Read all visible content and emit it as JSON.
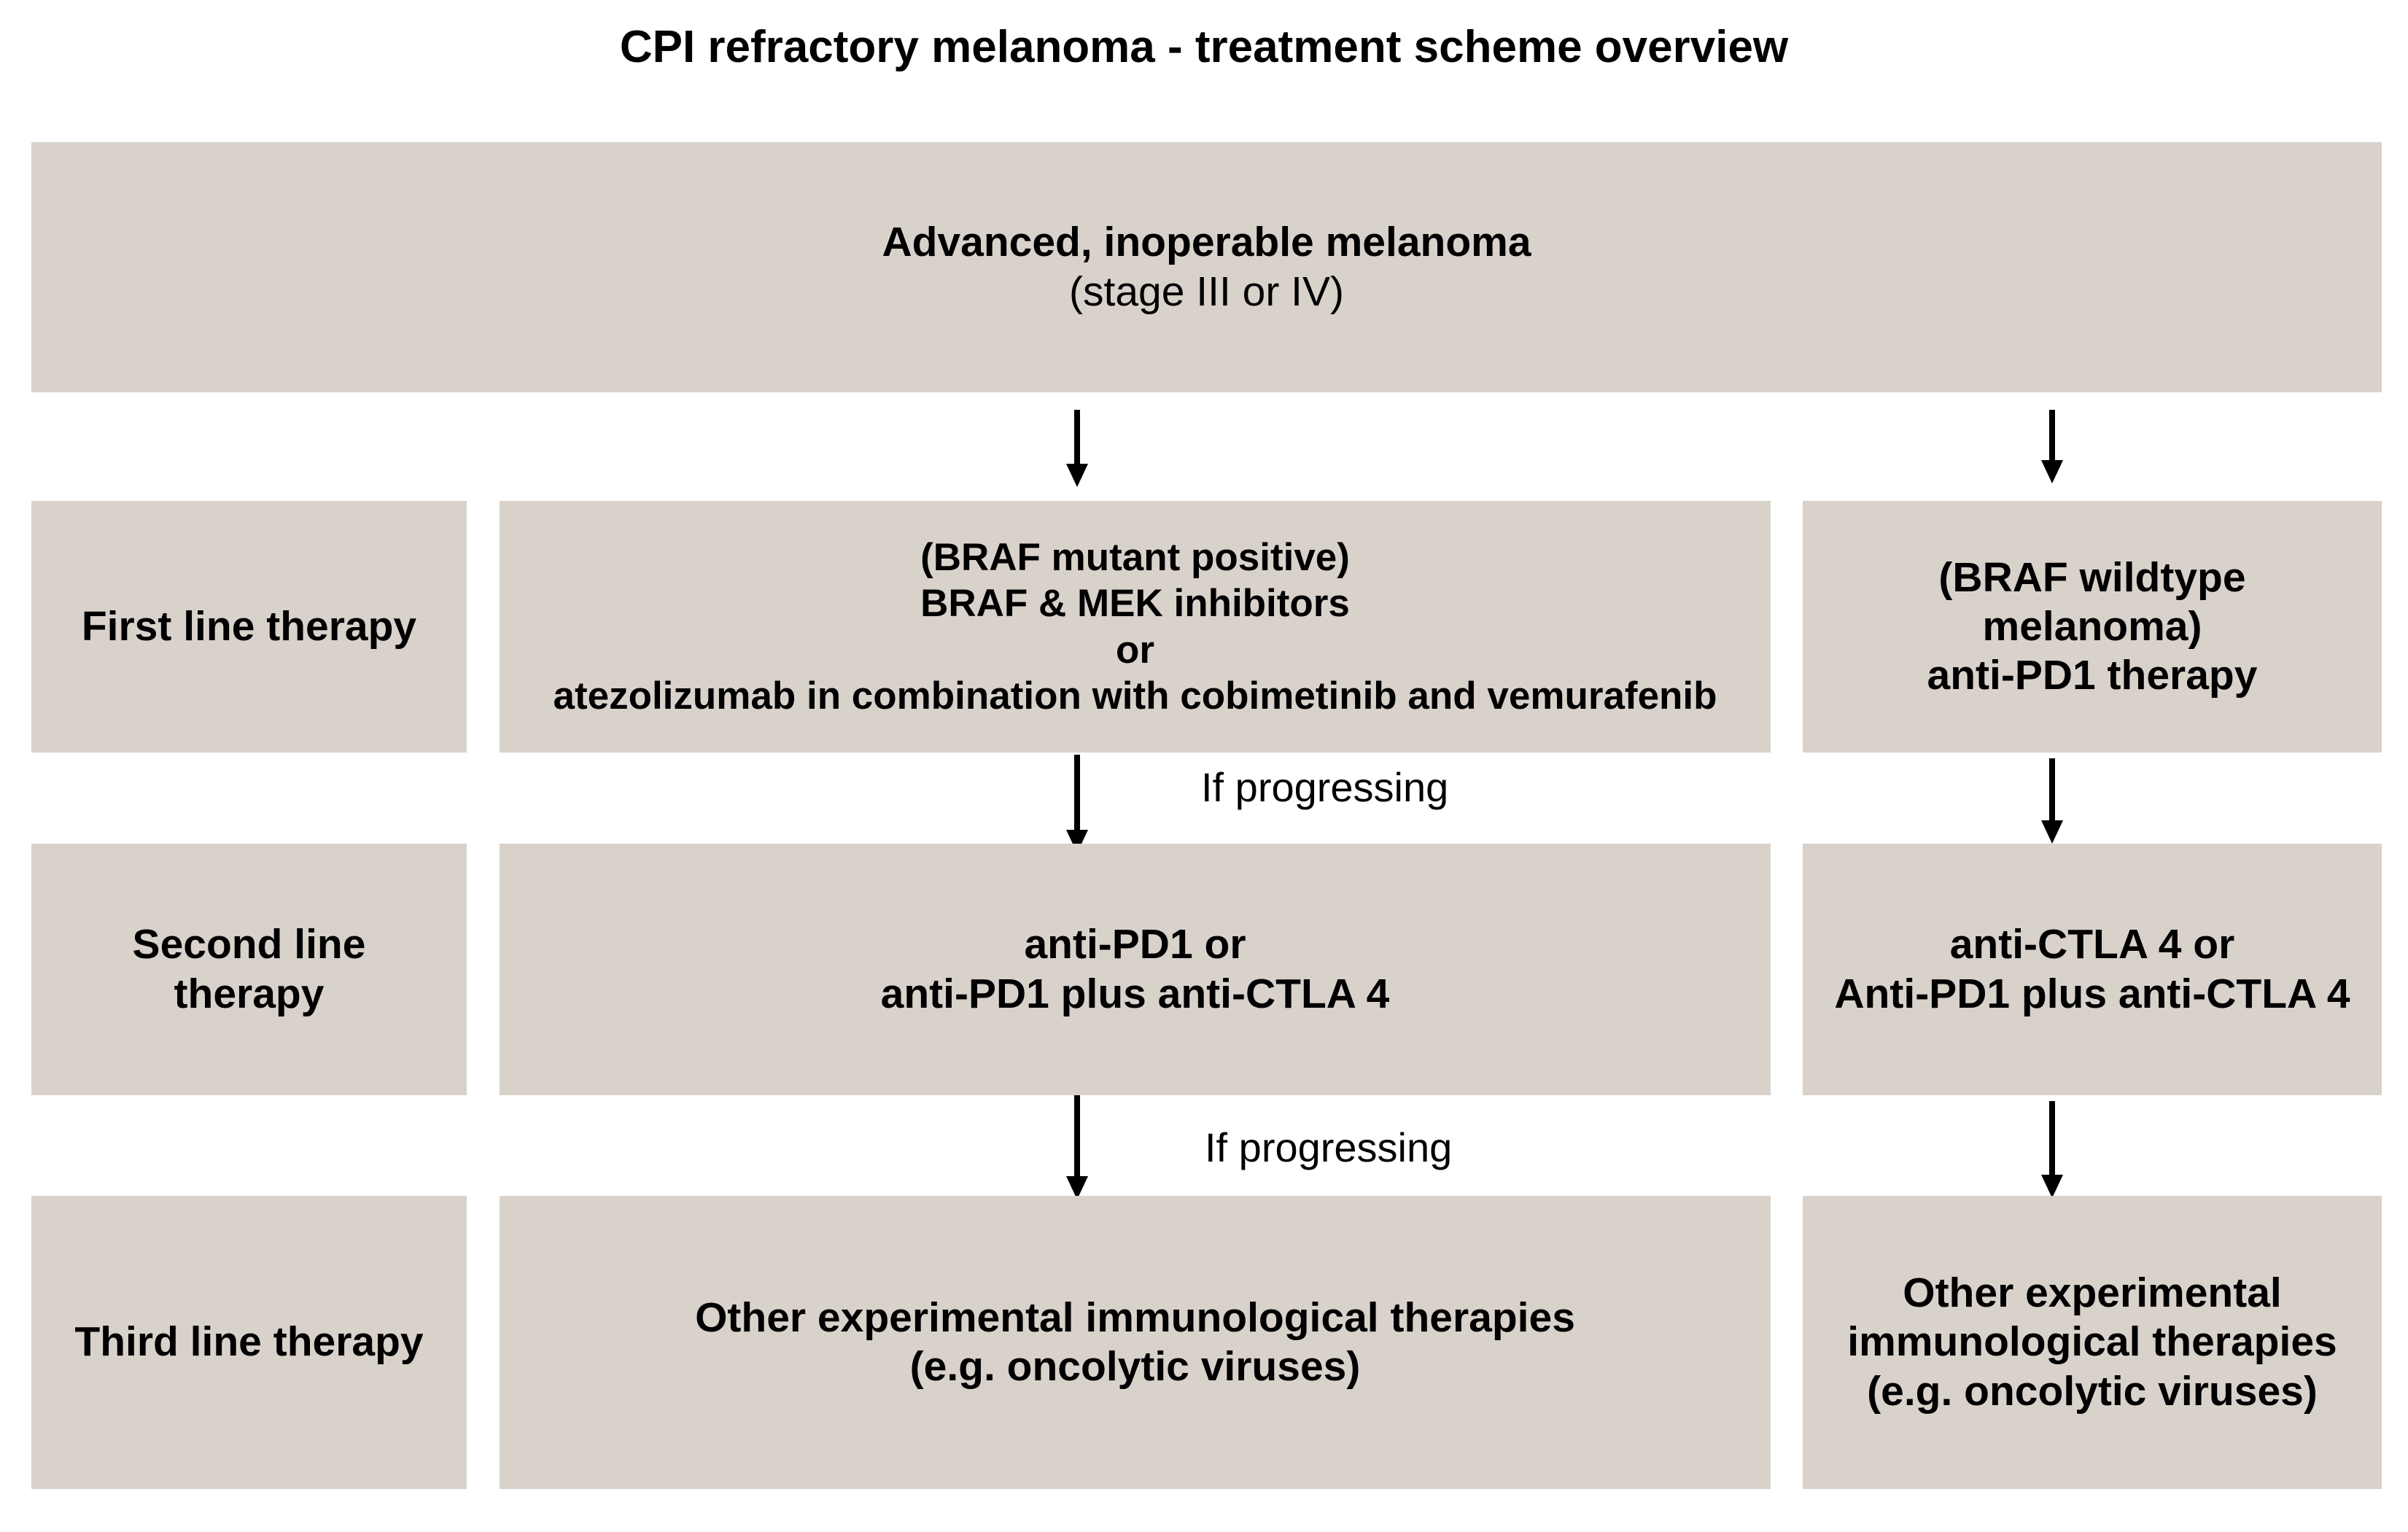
{
  "title": "CPI refractory melanoma - treatment scheme overview",
  "colors": {
    "background": "#ffffff",
    "box_fill": "#d8d2cb",
    "text": "#000000",
    "arrow": "#000000"
  },
  "top_box": {
    "line1": "Advanced, inoperable melanoma",
    "line2": "(stage III or IV)"
  },
  "rows": [
    {
      "label_lines": [
        "First line therapy"
      ],
      "middle_lines": [
        "(BRAF mutant positive)",
        "BRAF & MEK inhibitors",
        "or",
        "atezolizumab in combination with cobimetinib and vemurafenib"
      ],
      "right_lines": [
        "(BRAF wildtype",
        "melanoma)",
        "anti-PD1 therapy"
      ]
    },
    {
      "label_lines": [
        "Second line",
        "therapy"
      ],
      "middle_lines": [
        "anti-PD1 or",
        "anti-PD1 plus anti-CTLA 4"
      ],
      "right_lines": [
        "anti-CTLA 4 or",
        "Anti-PD1 plus anti-CTLA 4"
      ]
    },
    {
      "label_lines": [
        "Third line therapy"
      ],
      "middle_lines": [
        "Other experimental immunological therapies",
        "(e.g. oncolytic viruses)"
      ],
      "right_lines": [
        "Other experimental",
        "immunological therapies",
        "(e.g. oncolytic viruses)"
      ]
    }
  ],
  "flow_labels": [
    "If progressing",
    "If progressing"
  ]
}
